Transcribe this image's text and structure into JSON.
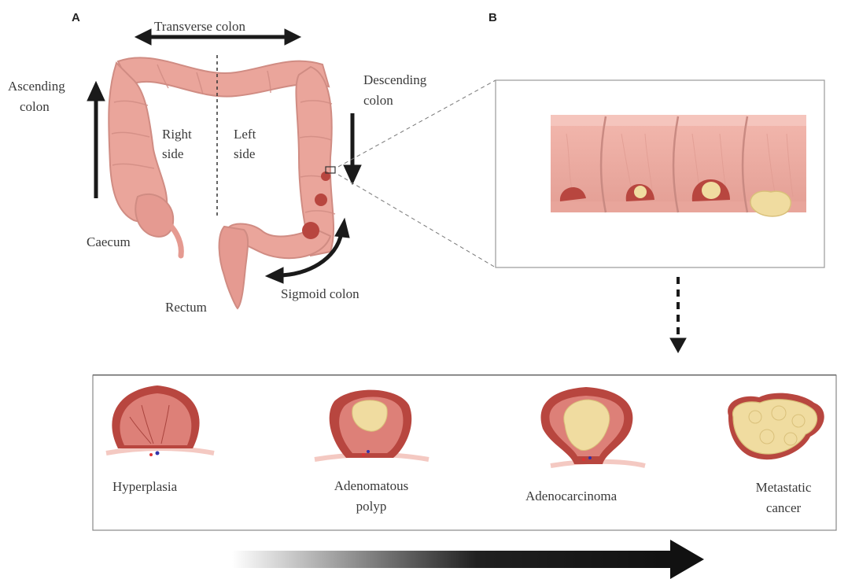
{
  "panels": {
    "a": "A",
    "b": "B"
  },
  "colon_labels": {
    "transverse": "Transverse colon",
    "ascending_1": "Ascending",
    "ascending_2": "colon",
    "descending_1": "Descending",
    "descending_2": "colon",
    "right_1": "Right",
    "right_2": "side",
    "left_1": "Left",
    "left_2": "side",
    "caecum": "Caecum",
    "rectum": "Rectum",
    "sigmoid": "Sigmoid colon"
  },
  "stages": [
    {
      "line1": "Hyperplasia",
      "line2": ""
    },
    {
      "line1": "Adenomatous",
      "line2": "polyp"
    },
    {
      "line1": "Adenocarcinoma",
      "line2": ""
    },
    {
      "line1": "Metastatic",
      "line2": "cancer"
    }
  ],
  "colors": {
    "tissue": "#e8a59c",
    "tissue_dark": "#c98a82",
    "lesion": "#b8463f",
    "tumor": "#f0dca0",
    "arrow": "#1a1a1a"
  }
}
